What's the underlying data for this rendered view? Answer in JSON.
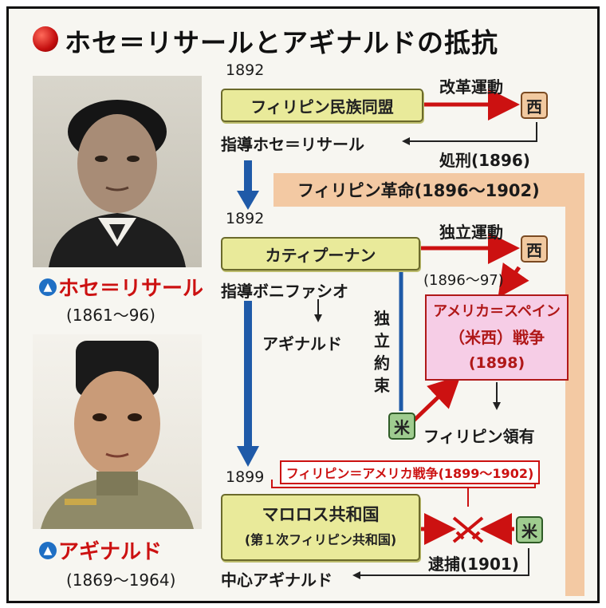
{
  "title": "ホセ＝リサールとアギナルドの抵抗",
  "colors": {
    "accent_red": "#cc1111",
    "flow_blue": "#1f5aa8",
    "revolution_band": "#f3c9a3",
    "org_box": "#e9ea9a",
    "spain_box": "#f1c9a0",
    "usa_box": "#9fcc8f",
    "war_box": "#f6cde6"
  },
  "portraits": [
    {
      "name": "ホセ＝リサール",
      "years": "(1861〜96)",
      "icon": "portrait-icon"
    },
    {
      "name": "アギナルド",
      "years": "(1869〜1964)",
      "icon": "portrait-icon"
    }
  ],
  "nodes": {
    "league": {
      "year": "1892",
      "label": "フィリピン民族同盟",
      "leader": "指導ホセ＝リサール"
    },
    "reform": "改革運動",
    "spain_symbol": "西",
    "execution": "処刑(1896)",
    "revolution": "フィリピン革命(1896〜1902)",
    "katipunan": {
      "year": "1892",
      "label": "カティプーナン",
      "leader": "指導ボニファシオ"
    },
    "independence": "独立運動",
    "independence_period": "(1896〜97)",
    "aguinaldo": "アギナルド",
    "promise": "独立約束",
    "war": {
      "line1": "アメリカ＝スペイン",
      "line2": "（米西）戦争",
      "line3": "(1898)"
    },
    "us_symbol": "米",
    "possession": "フィリピン領有",
    "fa_war": "フィリピン＝アメリカ戦争(1899〜1902)",
    "malolos": {
      "year": "1899",
      "line1": "マロロス共和国",
      "line2": "(第１次フィリピン共和国)"
    },
    "arrest": "逮捕(1901)",
    "center": "中心アギナルド"
  }
}
